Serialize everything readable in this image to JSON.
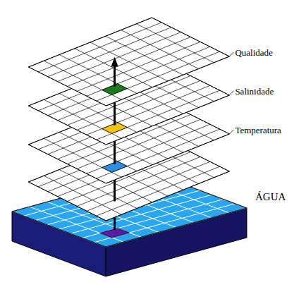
{
  "diagram": {
    "labels": [
      "Qualidade",
      "Salinidade",
      "Temperatura",
      "ÁGUA"
    ]
  }
}
